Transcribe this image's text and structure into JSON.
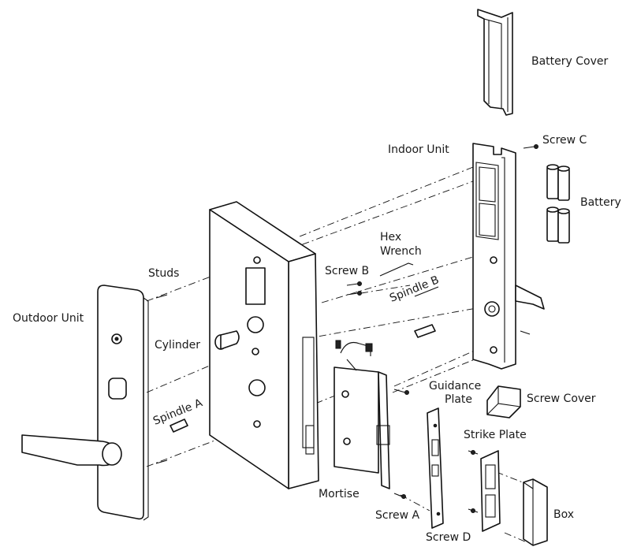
{
  "labels": {
    "battery_cover": "Battery Cover",
    "screw_c": "Screw C",
    "indoor_unit": "Indoor Unit",
    "battery": "Battery",
    "hex_wrench_line1": "Hex",
    "hex_wrench_line2": "Wrench",
    "screw_b": "Screw B",
    "spindle_b": "Spindle B",
    "studs": "Studs",
    "outdoor_unit": "Outdoor Unit",
    "cylinder": "Cylinder",
    "spindle_a": "Spindle A",
    "guidance_plate_line1": "Guidance",
    "guidance_plate_line2": "Plate",
    "screw_cover": "Screw Cover",
    "strike_plate": "Strike Plate",
    "mortise": "Mortise",
    "screw_a": "Screw A",
    "box": "Box",
    "screw_d": "Screw D"
  }
}
